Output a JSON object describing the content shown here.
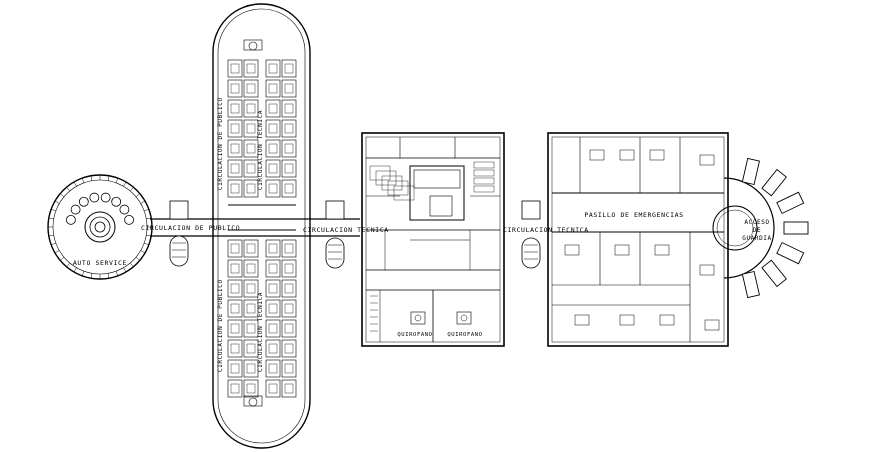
{
  "plan": {
    "labels": {
      "auto_service": "AUTO SERVICE",
      "circ_publico_h": "CIRCULACION DE PUBLICO",
      "circ_tecnica_1": "CIRCULACION TECNICA",
      "circ_tecnica_2": "CIRCULACION TECNICA",
      "circ_publico_v1": "CIRCULACION DE PUBLICO",
      "circ_tecnica_v1": "CIRCULACION TECNICA",
      "circ_publico_v2": "CIRCULACION DE PUBLICO",
      "circ_tecnica_v2": "CIRCULACION TECNICA",
      "quirofano_1": "QUIROFANO",
      "quirofano_2": "QUIROFANO",
      "pasillo": "PASILLO DE EMERGENCIAS",
      "acceso_1": "ACCESO",
      "acceso_2": "DE",
      "acceso_3": "GUARDIA"
    }
  }
}
